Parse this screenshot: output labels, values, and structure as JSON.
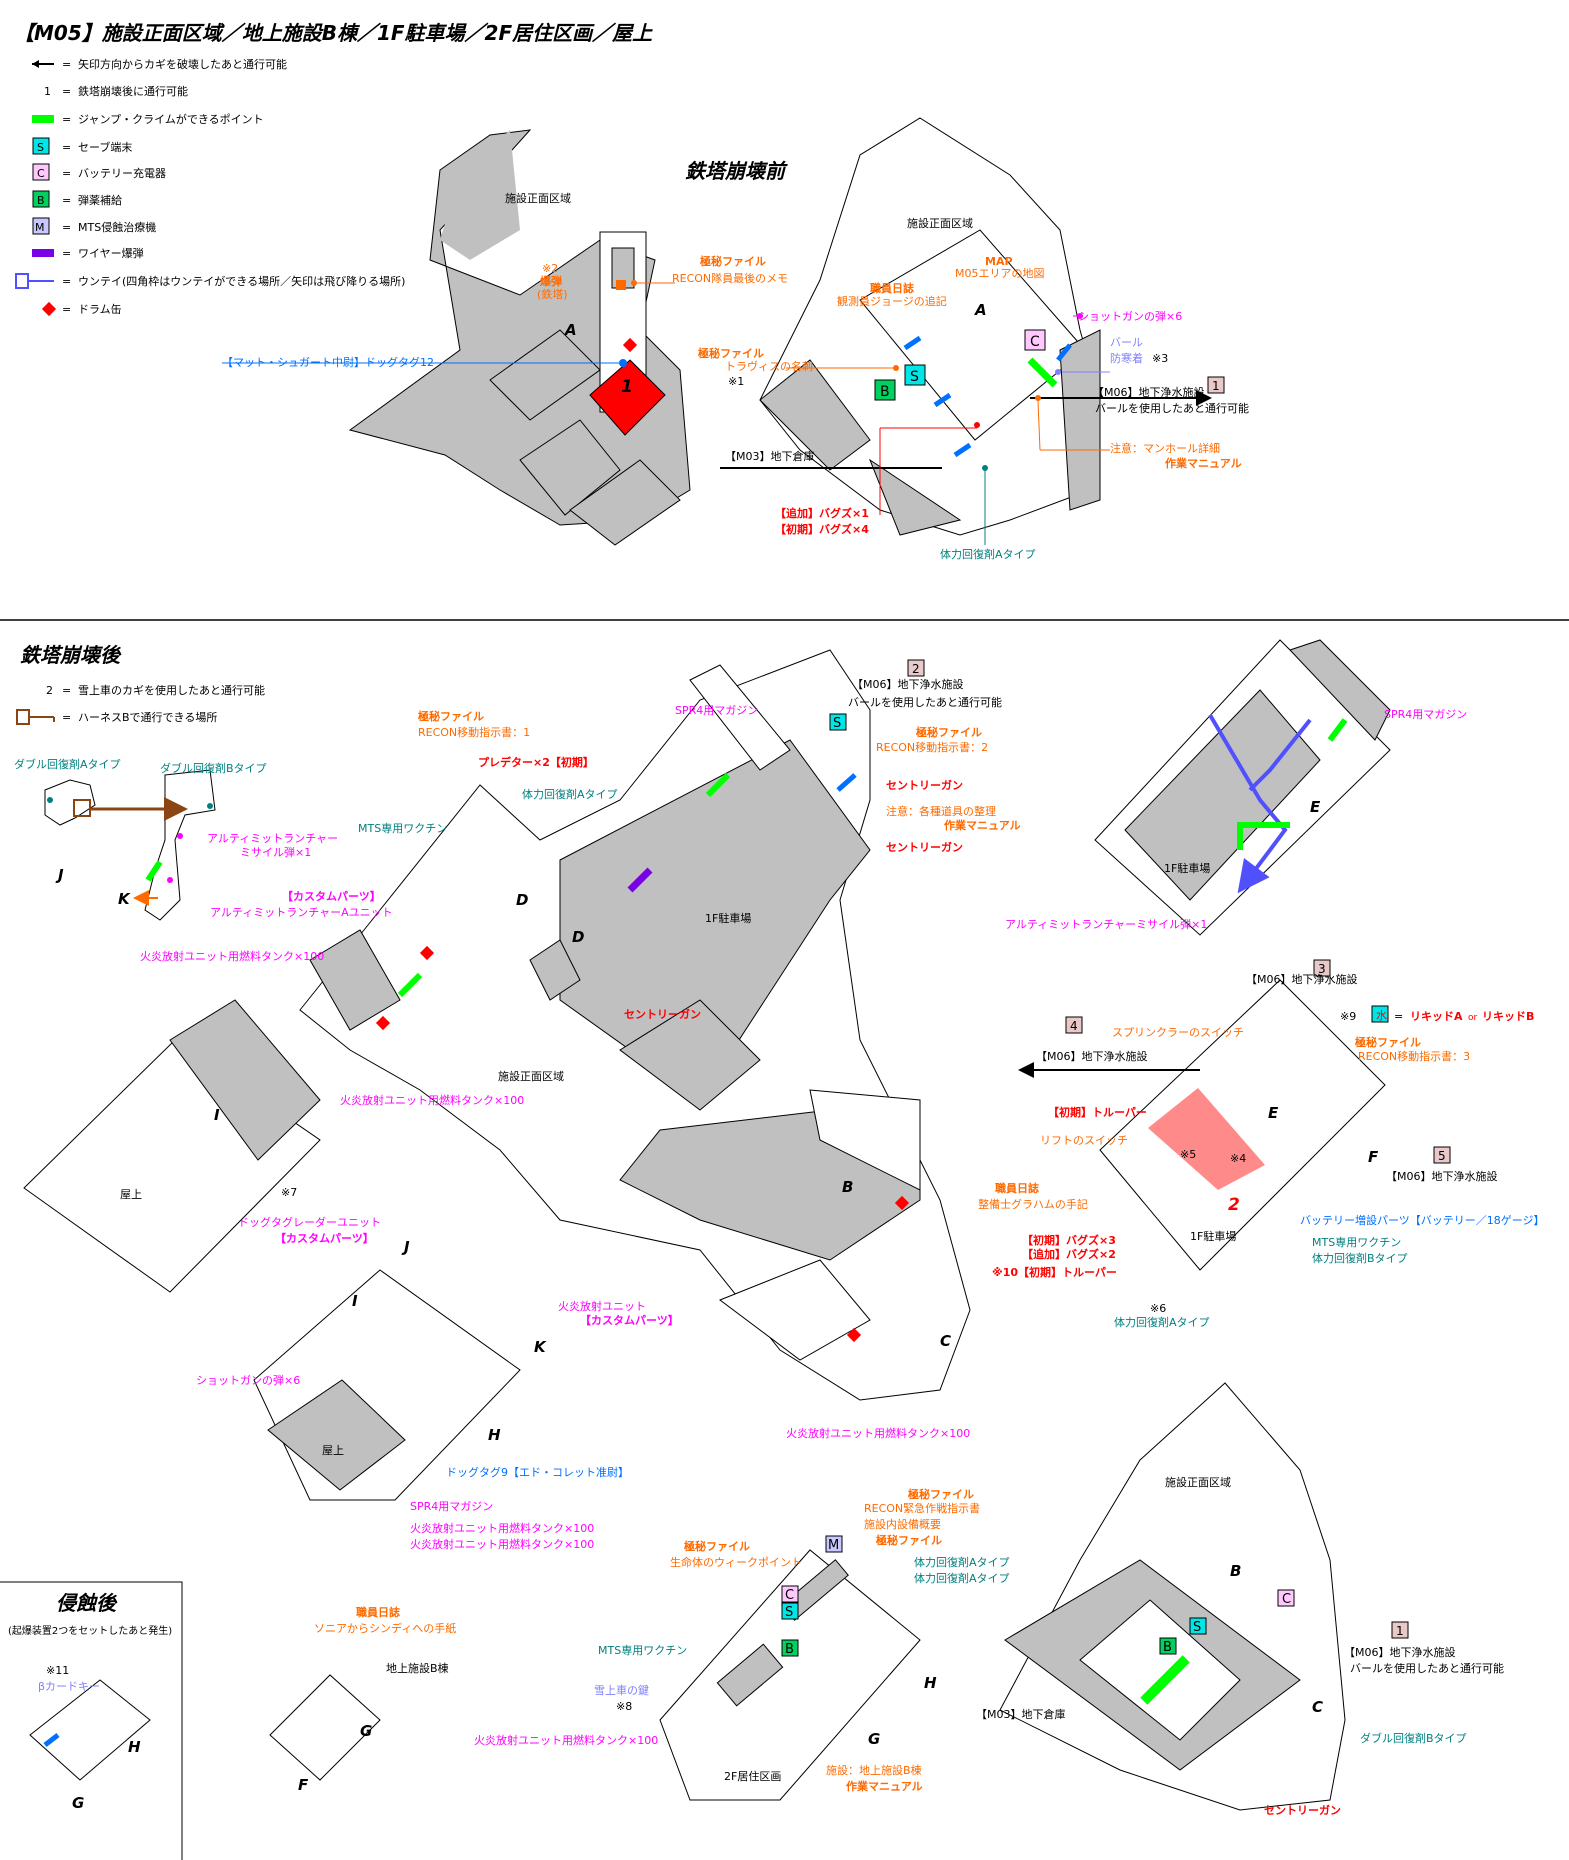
{
  "page_title": "【M05】施設正面区域／地上施設B棟／1F駐車場／2F居住区画／屋上",
  "legend": [
    {
      "symbol": "arrow",
      "text": "矢印方向からカギを破壊したあと通行可能"
    },
    {
      "symbol": "1",
      "text": "鉄塔崩壊後に通行可能"
    },
    {
      "symbol": "green-bar",
      "text": "ジャンプ・クライムができるポイント"
    },
    {
      "symbol": "S",
      "text": "セーブ端末"
    },
    {
      "symbol": "C",
      "text": "バッテリー充電器"
    },
    {
      "symbol": "B",
      "text": "弾薬補給"
    },
    {
      "symbol": "M",
      "text": "MTS侵蝕治療機"
    },
    {
      "symbol": "purple-bar",
      "text": "ワイヤー爆弾"
    },
    {
      "symbol": "blue-box",
      "text": "ウンテイ(四角枠はウンテイができる場所／矢印は飛び降りる場所)"
    },
    {
      "symbol": "red-diamond",
      "text": "ドラム缶"
    }
  ],
  "legend2": [
    {
      "symbol": "2",
      "text": "雪上車のカギを使用したあと通行可能"
    },
    {
      "symbol": "brown-box",
      "text": "ハーネスBで通行できる場所"
    }
  ],
  "symbols": {
    "eq": "=",
    "S": "S",
    "C": "C",
    "B": "B",
    "M": "M",
    "water": "水"
  },
  "sections": {
    "before": "鉄塔崩壊前",
    "after": "鉄塔崩壊後",
    "erosion": "侵蝕後",
    "erosion_note": "(起爆装置2つをセットしたあと発生)"
  },
  "areas": {
    "front": "施設正面区域",
    "parking": "1F駐車場",
    "roof": "屋上",
    "living": "2F居住区画",
    "bldg_b": "地上施設B棟"
  },
  "labels": {
    "top_left": [
      {
        "text": "※2"
      },
      {
        "text": "爆弾"
      },
      {
        "text": "(鉄塔)"
      },
      {
        "text": "極秘ファイル"
      },
      {
        "text": "RECON隊員最後のメモ"
      },
      {
        "text": "【マット・シュガート中尉】ドッグタグ12"
      }
    ],
    "top_right": [
      {
        "text": "MAP"
      },
      {
        "text": "M05エリアの地図"
      },
      {
        "text": "職員日誌"
      },
      {
        "text": "観測員ジョージの追記"
      },
      {
        "text": "ショットガンの弾×6"
      },
      {
        "text": "バール"
      },
      {
        "text": "防寒着"
      },
      {
        "text": "※3"
      },
      {
        "text": "極秘ファイル"
      },
      {
        "text": "トラヴィスの名刺"
      },
      {
        "text": "※1"
      },
      {
        "text": "【M06】地下浄水施設"
      },
      {
        "text": "バールを使用したあと通行可能"
      },
      {
        "text": "【M03】地下倉庫"
      },
      {
        "text": "注意：マンホール詳細"
      },
      {
        "text": "作業マニュアル"
      },
      {
        "text": "【追加】バグズ×1"
      },
      {
        "text": "【初期】バグズ×4"
      },
      {
        "text": "体力回復剤Aタイプ"
      }
    ],
    "after_main": [
      {
        "text": "ダブル回復剤Aタイプ"
      },
      {
        "text": "ダブル回復剤Bタイプ"
      },
      {
        "text": "アルティミットランチャー"
      },
      {
        "text": "ミサイル弾×1"
      },
      {
        "text": "極秘ファイル"
      },
      {
        "text": "RECON移動指示書：1"
      },
      {
        "text": "プレデター×2【初期】"
      },
      {
        "text": "体力回復剤Aタイプ"
      },
      {
        "text": "MTS専用ワクチン"
      },
      {
        "text": "【カスタムパーツ】"
      },
      {
        "text": "アルティミットランチャーAユニット"
      },
      {
        "text": "火炎放射ユニット用燃料タンク×100"
      },
      {
        "text": "SPR4用マガジン"
      },
      {
        "text": "【M06】地下浄水施設"
      },
      {
        "text": "バールを使用したあと通行可能"
      },
      {
        "text": "極秘ファイル"
      },
      {
        "text": "RECON移動指示書：2"
      },
      {
        "text": "セントリーガン"
      },
      {
        "text": "注意：各種道具の整理"
      },
      {
        "text": "作業マニュアル"
      },
      {
        "text": "セントリーガン"
      },
      {
        "text": "セントリーガン"
      },
      {
        "text": "火炎放射ユニット用燃料タンク×100"
      },
      {
        "text": "※7"
      },
      {
        "text": "ドッグタグレーダーユニット"
      },
      {
        "text": "【カスタムパーツ】"
      },
      {
        "text": "火炎放射ユニット"
      },
      {
        "text": "【カスタムパーツ】"
      },
      {
        "text": "火炎放射ユニット用燃料タンク×100"
      },
      {
        "text": "ショットガンの弾×6"
      },
      {
        "text": "ドッグタグ9【エド・コレット准尉】"
      },
      {
        "text": "SPR4用マガジン"
      },
      {
        "text": "火炎放射ユニット用燃料タンク×100"
      },
      {
        "text": "火炎放射ユニット用燃料タンク×100"
      }
    ],
    "parking_right": [
      {
        "text": "SPR4用マガジン"
      },
      {
        "text": "アルティミットランチャーミサイル弾×1"
      },
      {
        "text": "【M06】地下浄水施設"
      },
      {
        "text": "※9"
      },
      {
        "text": "リキッドA"
      },
      {
        "text": "or"
      },
      {
        "text": "リキッドB"
      },
      {
        "text": "スプリンクラーのスイッチ"
      },
      {
        "text": "極秘ファイル"
      },
      {
        "text": "RECON移動指示書：3"
      },
      {
        "text": "【M06】地下浄水施設"
      },
      {
        "text": "【初期】トルーパー"
      },
      {
        "text": "リフトのスイッチ"
      },
      {
        "text": "※5"
      },
      {
        "text": "※4"
      },
      {
        "text": "【M06】地下浄水施設"
      },
      {
        "text": "職員日誌"
      },
      {
        "text": "整備士グラハムの手記"
      },
      {
        "text": "バッテリー増設パーツ【バッテリー／18ゲージ】"
      },
      {
        "text": "MTS専用ワクチン"
      },
      {
        "text": "体力回復剤Bタイプ"
      },
      {
        "text": "【初期】バグズ×3"
      },
      {
        "text": "【追加】バグズ×2"
      },
      {
        "text": "※10【初期】トルーパー"
      },
      {
        "text": "※6"
      },
      {
        "text": "体力回復剤Aタイプ"
      }
    ],
    "bottom": [
      {
        "text": "※11"
      },
      {
        "text": "βカードキー"
      },
      {
        "text": "職員日誌"
      },
      {
        "text": "ソニアからシンディへの手紙"
      },
      {
        "text": "極秘ファイル"
      },
      {
        "text": "RECON緊急作戦指示書"
      },
      {
        "text": "施設内設備概要"
      },
      {
        "text": "極秘ファイル"
      },
      {
        "text": "極秘ファイル"
      },
      {
        "text": "生命体のウィークポイント"
      },
      {
        "text": "体力回復剤Aタイプ"
      },
      {
        "text": "体力回復剤Aタイプ"
      },
      {
        "text": "MTS専用ワクチン"
      },
      {
        "text": "雪上車の鍵"
      },
      {
        "text": "※8"
      },
      {
        "text": "火炎放射ユニット用燃料タンク×100"
      },
      {
        "text": "施設：地上施設B棟"
      },
      {
        "text": "作業マニュアル"
      },
      {
        "text": "【M06】地下浄水施設"
      },
      {
        "text": "バールを使用したあと通行可能"
      },
      {
        "text": "【M03】地下倉庫"
      },
      {
        "text": "ダブル回復剤Bタイプ"
      },
      {
        "text": "セントリーガン"
      }
    ]
  },
  "letters": [
    "A",
    "A",
    "J",
    "K",
    "D",
    "D",
    "I",
    "I",
    "J",
    "K",
    "E",
    "E",
    "F",
    "B",
    "C",
    "H",
    "H",
    "G",
    "G",
    "F",
    "H",
    "G",
    "B",
    "C"
  ],
  "numbers": [
    "1",
    "1",
    "2",
    "3",
    "4",
    "5",
    "2",
    "1"
  ],
  "colors": {
    "building": "#c0c0c0",
    "wall": "#000000",
    "orange": "#ff6a00",
    "red": "#ff0000",
    "pink": "#ff00ff",
    "teal": "#008080",
    "blue": "#0070ff",
    "green": "#00ff00",
    "purple": "#7a00e6",
    "cyan": "#00e5e5",
    "lavender": "#8080ff",
    "brown": "#8b4513",
    "num_box": "#e8c8c8",
    "red_zone": "#ff8a8a"
  }
}
